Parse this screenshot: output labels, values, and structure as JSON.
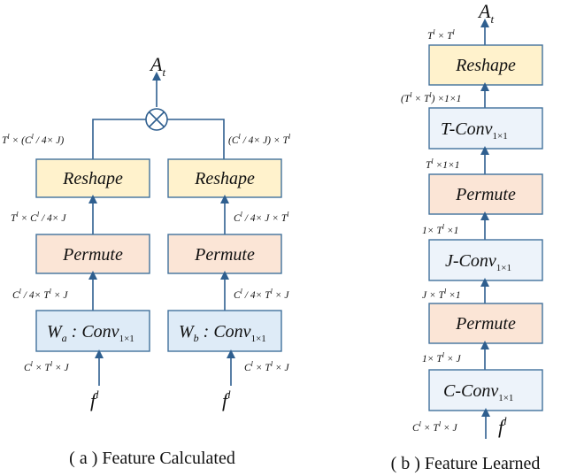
{
  "panel_a": {
    "output": "A_t",
    "reshape_left": "Reshape",
    "reshape_right": "Reshape",
    "permute_left": "Permute",
    "permute_right": "Permute",
    "conv_left": "W_a : Conv",
    "conv_left_sub": "1×1",
    "conv_right": "W_b : Conv",
    "conv_right_sub": "1×1",
    "dim_left_top": "T^l × (C^l / 4× J)",
    "dim_right_top": "(C^l / 4× J) × T^l",
    "dim_left_reshape": "T^l × C^l / 4× J",
    "dim_right_reshape": "C^l / 4× J × T^l",
    "dim_left_permute": "C^l / 4× T^l × J",
    "dim_right_permute": "C^l / 4× T^l × J",
    "dim_left_input": "C^l × T^l × J",
    "dim_right_input": "C^l × T^l × J",
    "input_left": "f^l",
    "input_right": "f^l",
    "caption": "( a ) Feature Calculated"
  },
  "panel_b": {
    "output": "A_t",
    "reshape": "Reshape",
    "t_conv": "T-Conv",
    "permute_top": "Permute",
    "j_conv": "J-Conv",
    "permute_bottom": "Permute",
    "c_conv": "C-Conv",
    "conv_sub": "1×1",
    "dim_out": "T^l × T^l",
    "dim_reshape_in": "(T^l × T^l) ×1×1",
    "dim_tconv_in": "T^l ×1×1",
    "dim_permute_top_in": "1× T^l ×1",
    "dim_jconv_in": "J × T^l ×1",
    "dim_permute_bottom_in": "1× T^l × J",
    "dim_input": "C^l × T^l × J",
    "input": "f^l",
    "caption": "( b ) Feature Learned"
  },
  "colors": {
    "wire": "#2f5f8f",
    "reshape_fill": "#fff2cc",
    "permute_fill": "#fbe5d6",
    "conv_fill": "#deebf7",
    "conv_light_fill": "#edf3fa",
    "border": "#41719c"
  }
}
